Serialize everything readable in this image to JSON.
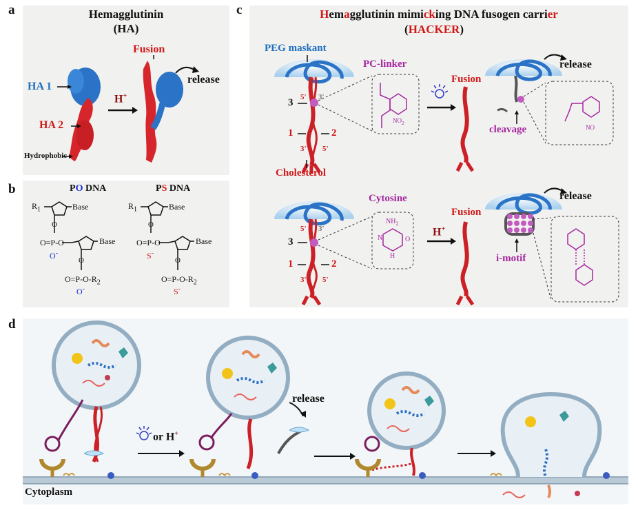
{
  "panels": {
    "a": {
      "label": "a",
      "title_line1": "Hemagglutinin",
      "title_line2": "(HA)",
      "fusion": "Fusion",
      "ha1": "HA 1",
      "ha2": "HA 2",
      "hplus": "H",
      "hplus_sup": "+",
      "release": "release",
      "hydrophobic": "Hydrophobic"
    },
    "b": {
      "label": "b",
      "po_title_a": "P",
      "po_title_b": "O",
      "po_title_c": " DNA",
      "ps_title_a": "P",
      "ps_title_b": "S",
      "ps_title_c": " DNA",
      "r1": "R",
      "r1_sub": "1",
      "r2": "R",
      "r2_sub": "2",
      "base": "Base",
      "linker_o": "O=P-O",
      "o_minus": "O",
      "s_minus": "S",
      "minus": "-",
      "bottom_linker": "O=P-O-R",
      "o_label": "O"
    },
    "c": {
      "label": "c",
      "title_parts": [
        "H",
        "em",
        "a",
        "gglutinin mimi",
        "ck",
        "ing DNA fusogen carri",
        "er"
      ],
      "subtitle_open": "(",
      "subtitle": "HACKER",
      "subtitle_close": ")",
      "peg": "PEG maskant",
      "pc_linker": "PC-linker",
      "fusion": "Fusion",
      "release": "release",
      "cleavage": "cleavage",
      "cholesterol": "Cholesterol",
      "cytosine": "Cytosine",
      "imotif": "i-motif",
      "n1": "1",
      "n2": "2",
      "n3": "3",
      "five": "5'",
      "three": "3'",
      "hplus": "H",
      "hplus_sup": "+",
      "no2": "NO",
      "no2_sub": "2",
      "no": "NO",
      "nh2": "NH",
      "nh2_sub": "2",
      "o": "O",
      "n": "N",
      "h": "H"
    },
    "d": {
      "label": "d",
      "or_h": "or H",
      "or_h_sup": "+",
      "release": "release",
      "cytoplasm": "Cytoplasm"
    }
  },
  "colors": {
    "dna_red": "#cc2027",
    "ha_blue": "#2a73c6",
    "magenta": "#a5279f",
    "panel_bg": "#f1f1ef",
    "membrane": "#b9c9d6"
  }
}
